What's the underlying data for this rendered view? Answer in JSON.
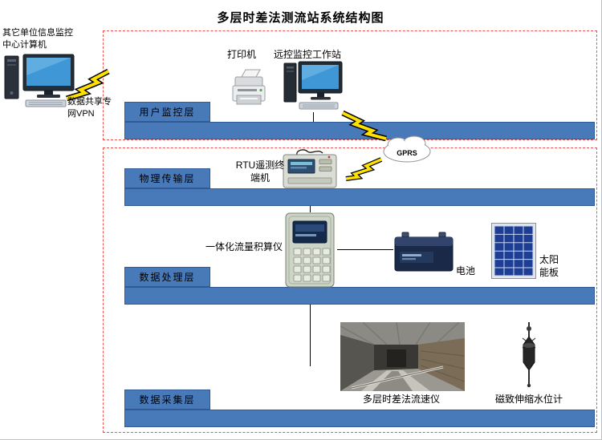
{
  "title": "多层时差法测流站系统结构图",
  "external": {
    "computer_label": "其它单位信息监控中心计算机",
    "vpn_label": "数据共享专网VPN"
  },
  "network": {
    "gprs_label": "GPRS"
  },
  "monitoring_layer": {
    "printer_label": "打印机",
    "workstation_label": "远控监控工作站",
    "layer_label": "用户监控层"
  },
  "transmission_layer": {
    "rtu_label": "RTU遥测终端机",
    "layer_label": "物理传输层"
  },
  "processing_layer": {
    "totalizer_label": "一体化流量积算仪",
    "battery_label": "电池",
    "solar_label": "太阳能板",
    "layer_label": "数据处理层"
  },
  "acquisition_layer": {
    "velocimeter_label": "多层时差法流速仪",
    "level_gauge_label": "磁致伸缩水位计",
    "layer_label": "数据采集层"
  },
  "colors": {
    "layer_bar_blue": "#4879b9",
    "dashed_border_red": "#ef5350",
    "lightning_yellow": "#ffe100"
  }
}
